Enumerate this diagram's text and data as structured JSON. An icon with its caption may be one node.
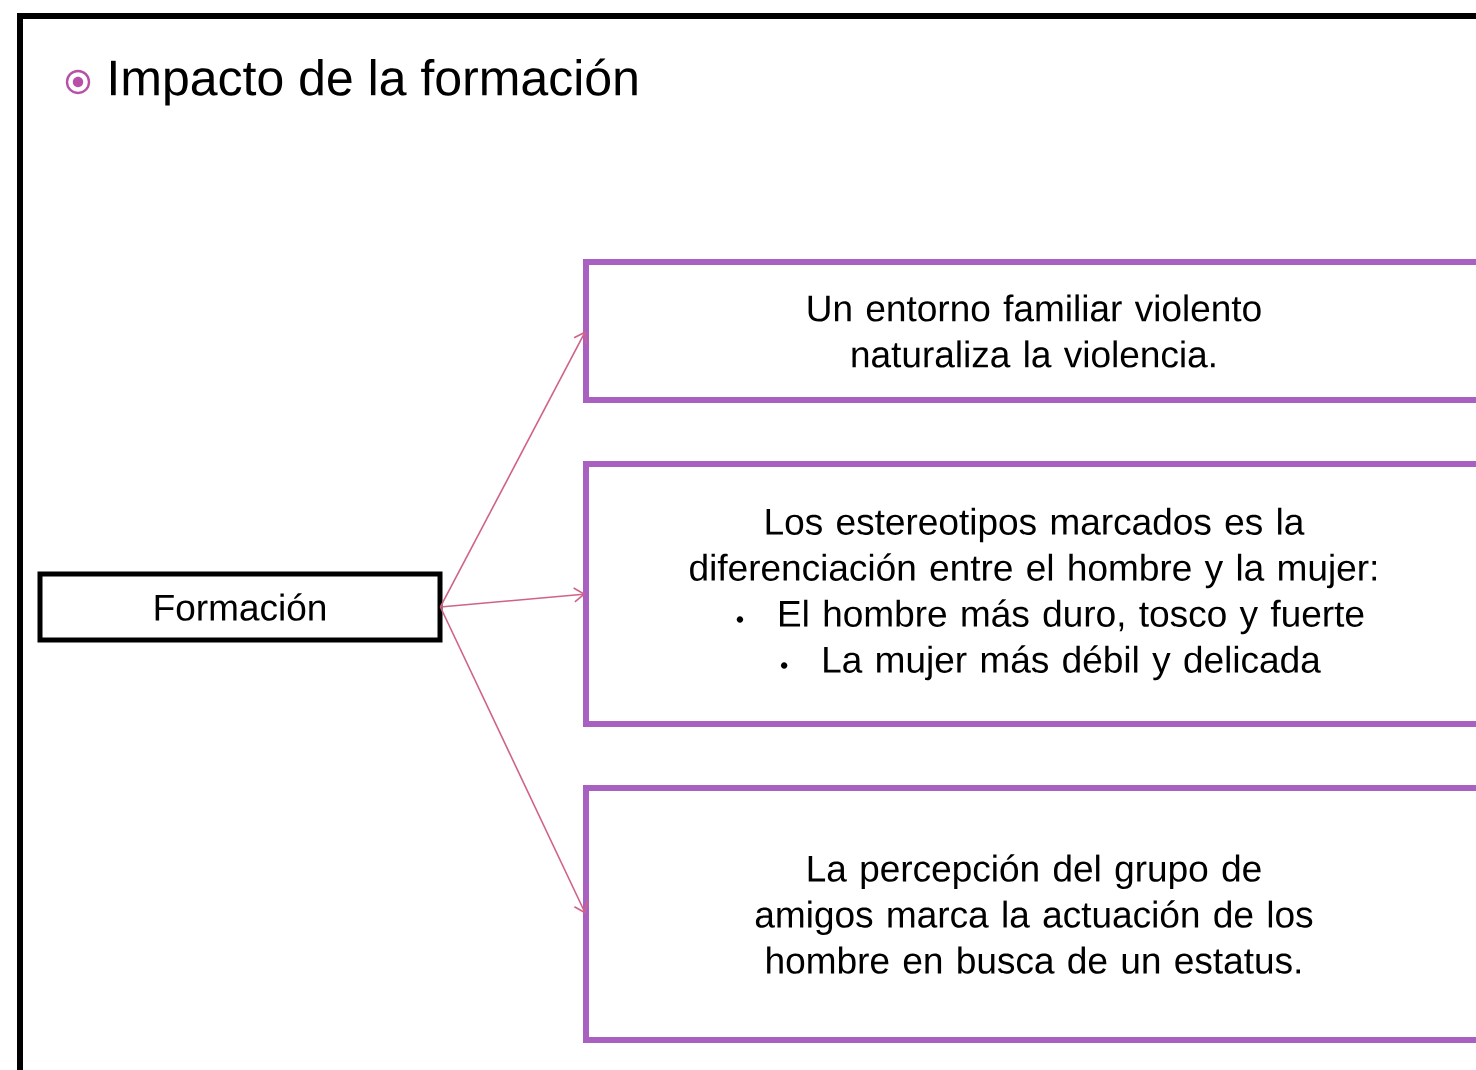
{
  "diagram": {
    "title": "Impacto de la formación",
    "nodes": [
      {
        "text": [
          "Formación"
        ]
      },
      {
        "text": [
          "Un entorno familiar violento naturaliza la violencia."
        ]
      },
      {
        "text": [
          "Los estereotipos marcados es la diferenciación entre el hombre y la mujer:",
          "El hombre más duro, tosco y fuerte",
          "La mujer más débil y delicada"
        ]
      },
      {
        "text": [
          "La percepción del grupo de amigos marca la actuación de los hombre en busca de un estatus."
        ]
      }
    ],
    "edges": [
      {
        "from": 0,
        "to": 1,
        "arrow": "to"
      },
      {
        "from": 0,
        "to": 2,
        "arrow": "to"
      },
      {
        "from": 0,
        "to": 3,
        "arrow": "to"
      }
    ]
  }
}
